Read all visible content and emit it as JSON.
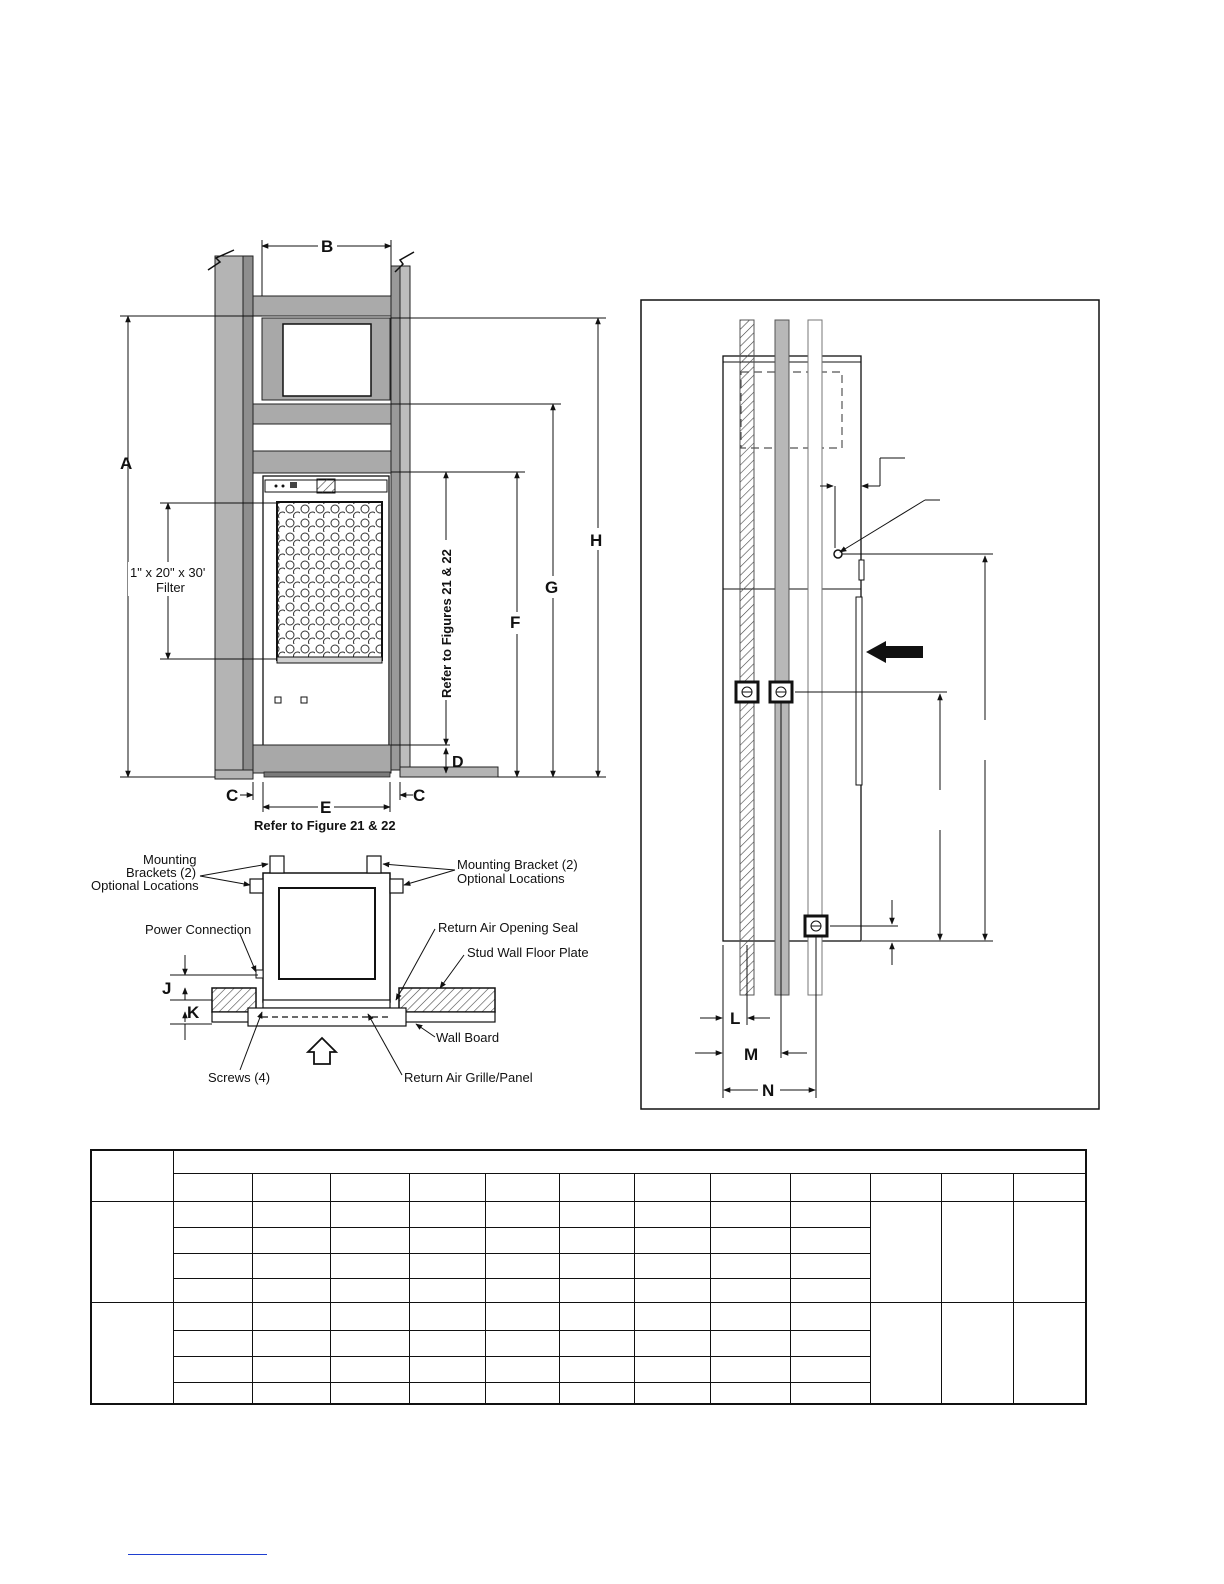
{
  "front_view": {
    "dims": {
      "a": "A",
      "b": "B",
      "c": "C",
      "d": "D",
      "e": "E",
      "f": "F",
      "g": "G",
      "h": "H"
    },
    "filter_label_line1": "1\" x 20\" x 30'",
    "filter_label_line2": "Filter",
    "vertical_ref": "Refer to Figures 21 & 22",
    "bottom_ref": "Refer to Figure 21 & 22"
  },
  "top_view": {
    "mounting_left_line1": "Mounting",
    "mounting_left_line2": "Brackets (2)",
    "mounting_left_line3": "Optional Locations",
    "mounting_right_line1": "Mounting Bracket (2)",
    "mounting_right_line2": "Optional Locations",
    "power_connection": "Power Connection",
    "return_air_seal": "Return Air Opening Seal",
    "stud_wall_plate": "Stud Wall Floor Plate",
    "wall_board": "Wall Board",
    "screws": "Screws (4)",
    "return_grille": "Return Air Grille/Panel",
    "dims": {
      "j": "J",
      "k": "K"
    }
  },
  "side_view": {
    "dims": {
      "l": "L",
      "m": "M",
      "n": "N"
    }
  }
}
